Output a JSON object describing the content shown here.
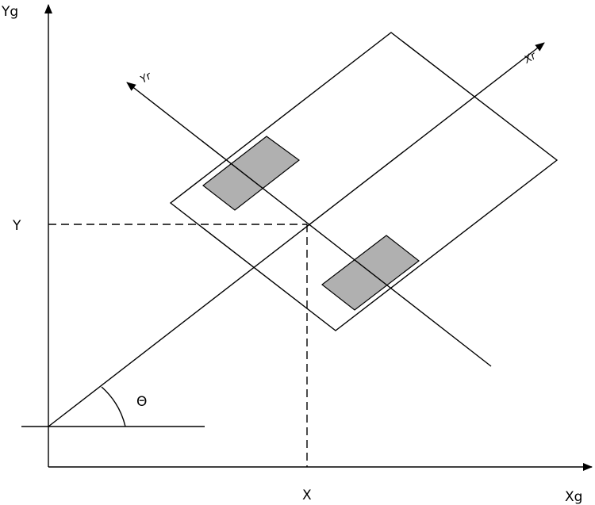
{
  "labels": {
    "yg": "Yg",
    "xg": "Xg",
    "y": "Y",
    "x": "X",
    "theta": "Θ",
    "xr": "Xr",
    "yr": "Yr"
  },
  "colors": {
    "stroke": "#000000",
    "wheel_fill": "#b0b0b0",
    "background": "#ffffff"
  }
}
